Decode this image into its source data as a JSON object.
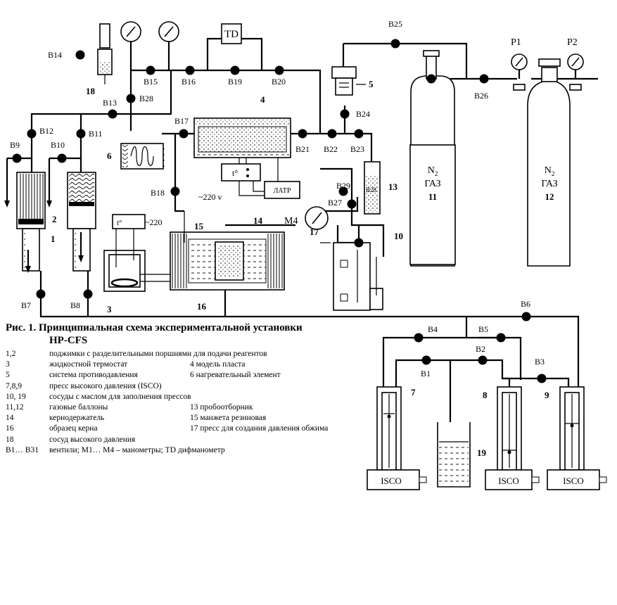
{
  "figure": {
    "title": "Рис. 1. Принципиальная схема экспериментальной установки",
    "subtitle": "HP-CFS"
  },
  "legend": [
    {
      "key": "1,2",
      "text": "поджимки с разделительными поршнями для подачи реагентов",
      "text2": ""
    },
    {
      "key": "3",
      "text": "жидкостной термостат",
      "text2": "4 модель пласта"
    },
    {
      "key": "5",
      "text": "система противодавления",
      "text2": "6 нагревательный элемент"
    },
    {
      "key": "7,8,9",
      "text": "пресс высокого давления (ISCO)",
      "text2": ""
    },
    {
      "key": "10, 19",
      "text": "сосуды с маслом для заполнения прессов",
      "text2": ""
    },
    {
      "key": "11,12",
      "text": "газовые баллоны",
      "text2": "13 пробоотборник"
    },
    {
      "key": "14",
      "text": "кернодержатель",
      "text2": "15 манжета резиновая"
    },
    {
      "key": "16",
      "text": "образец керна",
      "text2": "17 пресс для создания давления обжима"
    },
    {
      "key": "18",
      "text": "сосуд высокого давления",
      "text2": ""
    },
    {
      "key": "B1… B31",
      "text": "вентили; M1… M4 – манометры; TD дифманометр",
      "text2": ""
    }
  ],
  "valves": {
    "b1": "B1",
    "b2": "B2",
    "b3": "B3",
    "b4": "B4",
    "b5": "B5",
    "b6": "B6",
    "b7": "B7",
    "b8": "B8",
    "b9": "B9",
    "b10": "B10",
    "b11": "B11",
    "b12": "B12",
    "b13": "B13",
    "b14": "B14",
    "b15": "B15",
    "b16": "B16",
    "b17": "B17",
    "b18": "B18",
    "b19": "B19",
    "b20": "B20",
    "b21": "B21",
    "b22": "B22",
    "b23": "B23",
    "b24": "B24",
    "b25": "B25",
    "b26": "B26",
    "b27": "B27",
    "b28": "B28",
    "b29": "B29"
  },
  "components": {
    "n1": "1",
    "n2": "2",
    "n3": "3",
    "n4": "4",
    "n5": "5",
    "n6": "6",
    "n7": "7",
    "n8": "8",
    "n9": "9",
    "n10": "10",
    "n13": "13",
    "n14": "14",
    "n15": "15",
    "n16": "16",
    "n17": "17",
    "n18": "18",
    "n19": "19"
  },
  "gauges": {
    "p1": "P1",
    "p2": "P2",
    "m4": "M4"
  },
  "devices": {
    "td": "TD",
    "latr": "ЛАТР",
    "temp": "t°",
    "mains1": "~220 v",
    "mains2": "~220",
    "isco": "ISCO"
  },
  "cylinders": {
    "c11": {
      "formula": "N",
      "sub": "2",
      "gas": "ГАЗ",
      "num": "11"
    },
    "c12": {
      "formula": "N",
      "sub": "2",
      "gas": "ГАЗ",
      "num": "12"
    }
  },
  "sampler_text": "B28",
  "colors": {
    "ink": "#000000",
    "paper": "#ffffff"
  }
}
